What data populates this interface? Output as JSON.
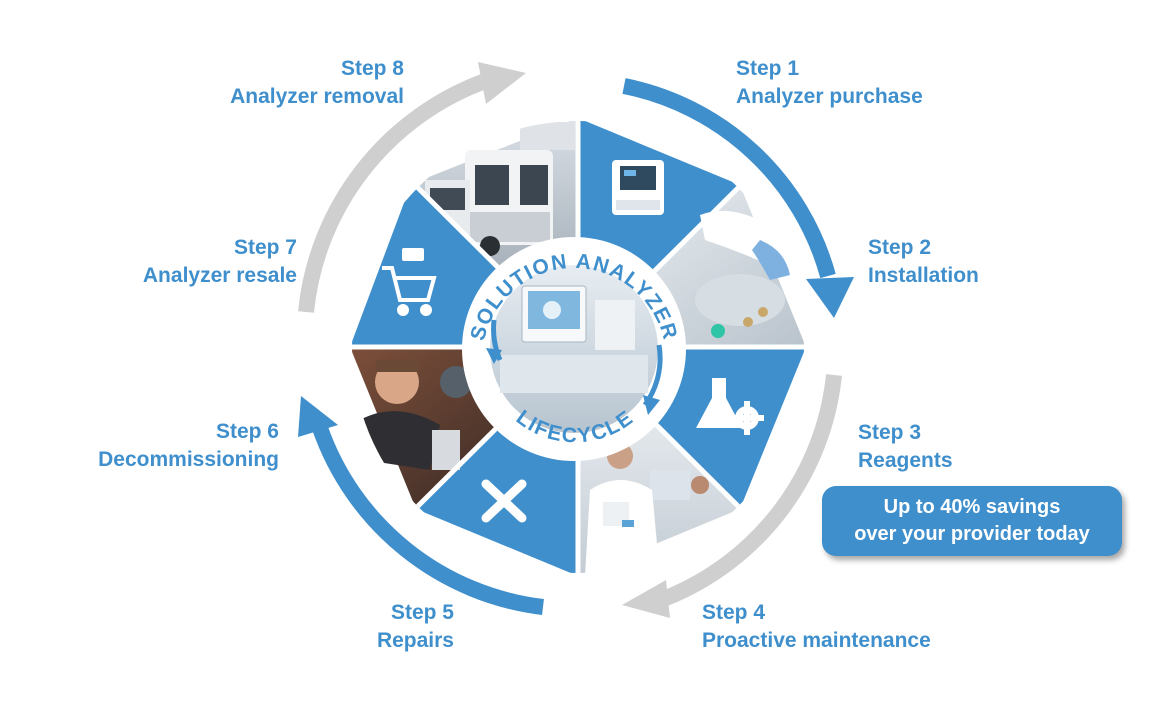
{
  "center": {
    "title_top": "SOLUTION ANALYZER",
    "title_bottom": "LIFECYCLE"
  },
  "steps": [
    {
      "step": "Step 1",
      "name": "Analyzer purchase"
    },
    {
      "step": "Step 2",
      "name": "Installation"
    },
    {
      "step": "Step 3",
      "name": "Reagents"
    },
    {
      "step": "Step 4",
      "name": "Proactive maintenance"
    },
    {
      "step": "Step 5",
      "name": "Repairs"
    },
    {
      "step": "Step 6",
      "name": "Decommissioning"
    },
    {
      "step": "Step 7",
      "name": "Analyzer resale"
    },
    {
      "step": "Step 8",
      "name": "Analyzer removal"
    }
  ],
  "callout": {
    "line1": "Up to 40% savings",
    "line2": "over your provider today"
  },
  "segment_icons": {
    "step1": "analyzer-device-icon",
    "step3": "flask-gear-icon",
    "step5": "wrench-screwdriver-icon",
    "step7": "shopping-cart-icon"
  },
  "colors": {
    "blue": "#3f8fcd",
    "grey_arrow": "#cfcfcf",
    "white": "#ffffff"
  }
}
